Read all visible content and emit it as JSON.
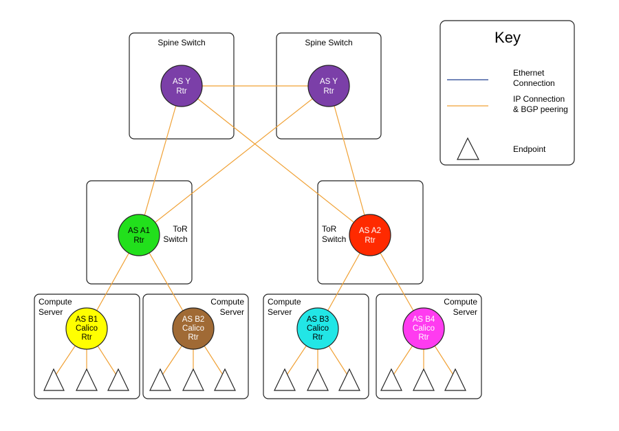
{
  "colors": {
    "ethernet": "#1f3f8f",
    "ip_bgp": "#f0a033",
    "spine": "#7b3fa8",
    "tor_a1": "#22e01c",
    "tor_a2": "#ff2a00",
    "b1": "#ffff00",
    "b2": "#a06a35",
    "b3": "#22e6e6",
    "b4": "#ff3bf0",
    "box_border": "#222222"
  },
  "spines": [
    {
      "box_label": "Spine Switch",
      "router_l1": "AS Y",
      "router_l2": "Rtr"
    },
    {
      "box_label": "Spine Switch",
      "router_l1": "AS Y",
      "router_l2": "Rtr"
    }
  ],
  "tors": [
    {
      "box_label_l1": "ToR",
      "box_label_l2": "Switch",
      "router_l1": "AS A1",
      "router_l2": "Rtr"
    },
    {
      "box_label_l1": "ToR",
      "box_label_l2": "Switch",
      "router_l1": "AS A2",
      "router_l2": "Rtr"
    }
  ],
  "servers": [
    {
      "box_label_l1": "Compute",
      "box_label_l2": "Server",
      "router_l1": "AS B1",
      "router_l2": "Calico",
      "router_l3": "Rtr"
    },
    {
      "box_label_l1": "Compute",
      "box_label_l2": "Server",
      "router_l1": "AS B2",
      "router_l2": "Calico",
      "router_l3": "Rtr"
    },
    {
      "box_label_l1": "Compute",
      "box_label_l2": "Server",
      "router_l1": "AS B3",
      "router_l2": "Calico",
      "router_l3": "Rtr"
    },
    {
      "box_label_l1": "Compute",
      "box_label_l2": "Server",
      "router_l1": "AS B4",
      "router_l2": "Calico",
      "router_l3": "Rtr"
    }
  ],
  "key": {
    "title": "Key",
    "ethernet_l1": "Ethernet",
    "ethernet_l2": "Connection",
    "ip_l1": "IP Connection",
    "ip_l2": "& BGP peering",
    "endpoint": "Endpoint"
  }
}
